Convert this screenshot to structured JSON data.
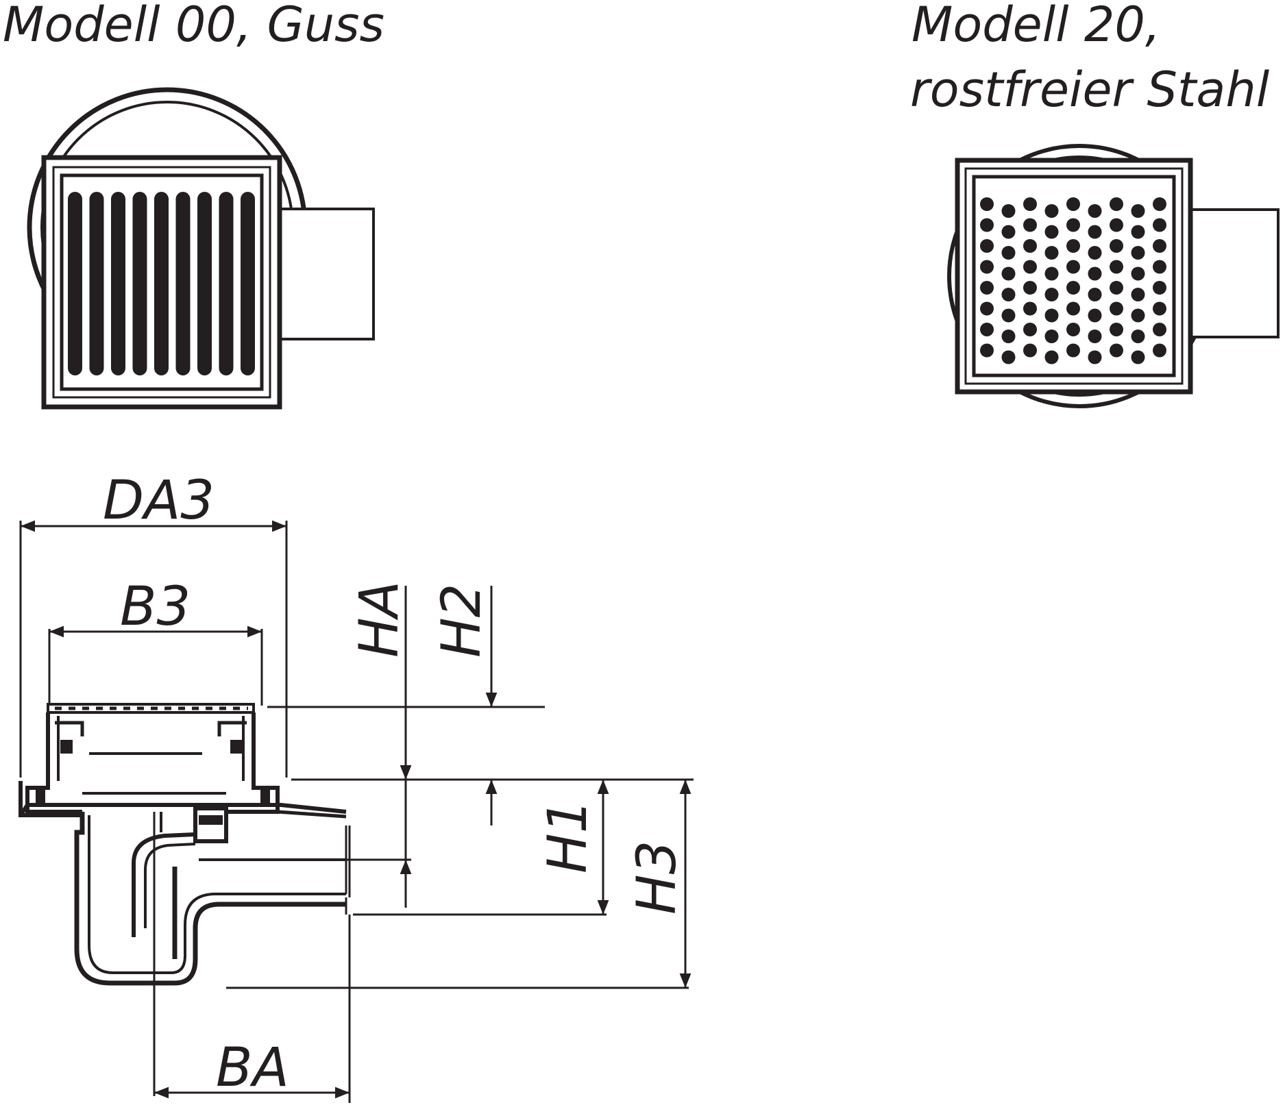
{
  "models": {
    "model_00": {
      "title": "Modell 00, Guss"
    },
    "model_20": {
      "title_line1": "Modell 20,",
      "title_line2": "rostfreier Stahl"
    }
  },
  "dimensions": {
    "da3": "DA3",
    "b3": "B3",
    "ha": "HA",
    "h2": "H2",
    "h1": "H1",
    "h3": "H3",
    "ba": "BA"
  },
  "colors": {
    "line": "#231f20",
    "background": "#ffffff"
  }
}
